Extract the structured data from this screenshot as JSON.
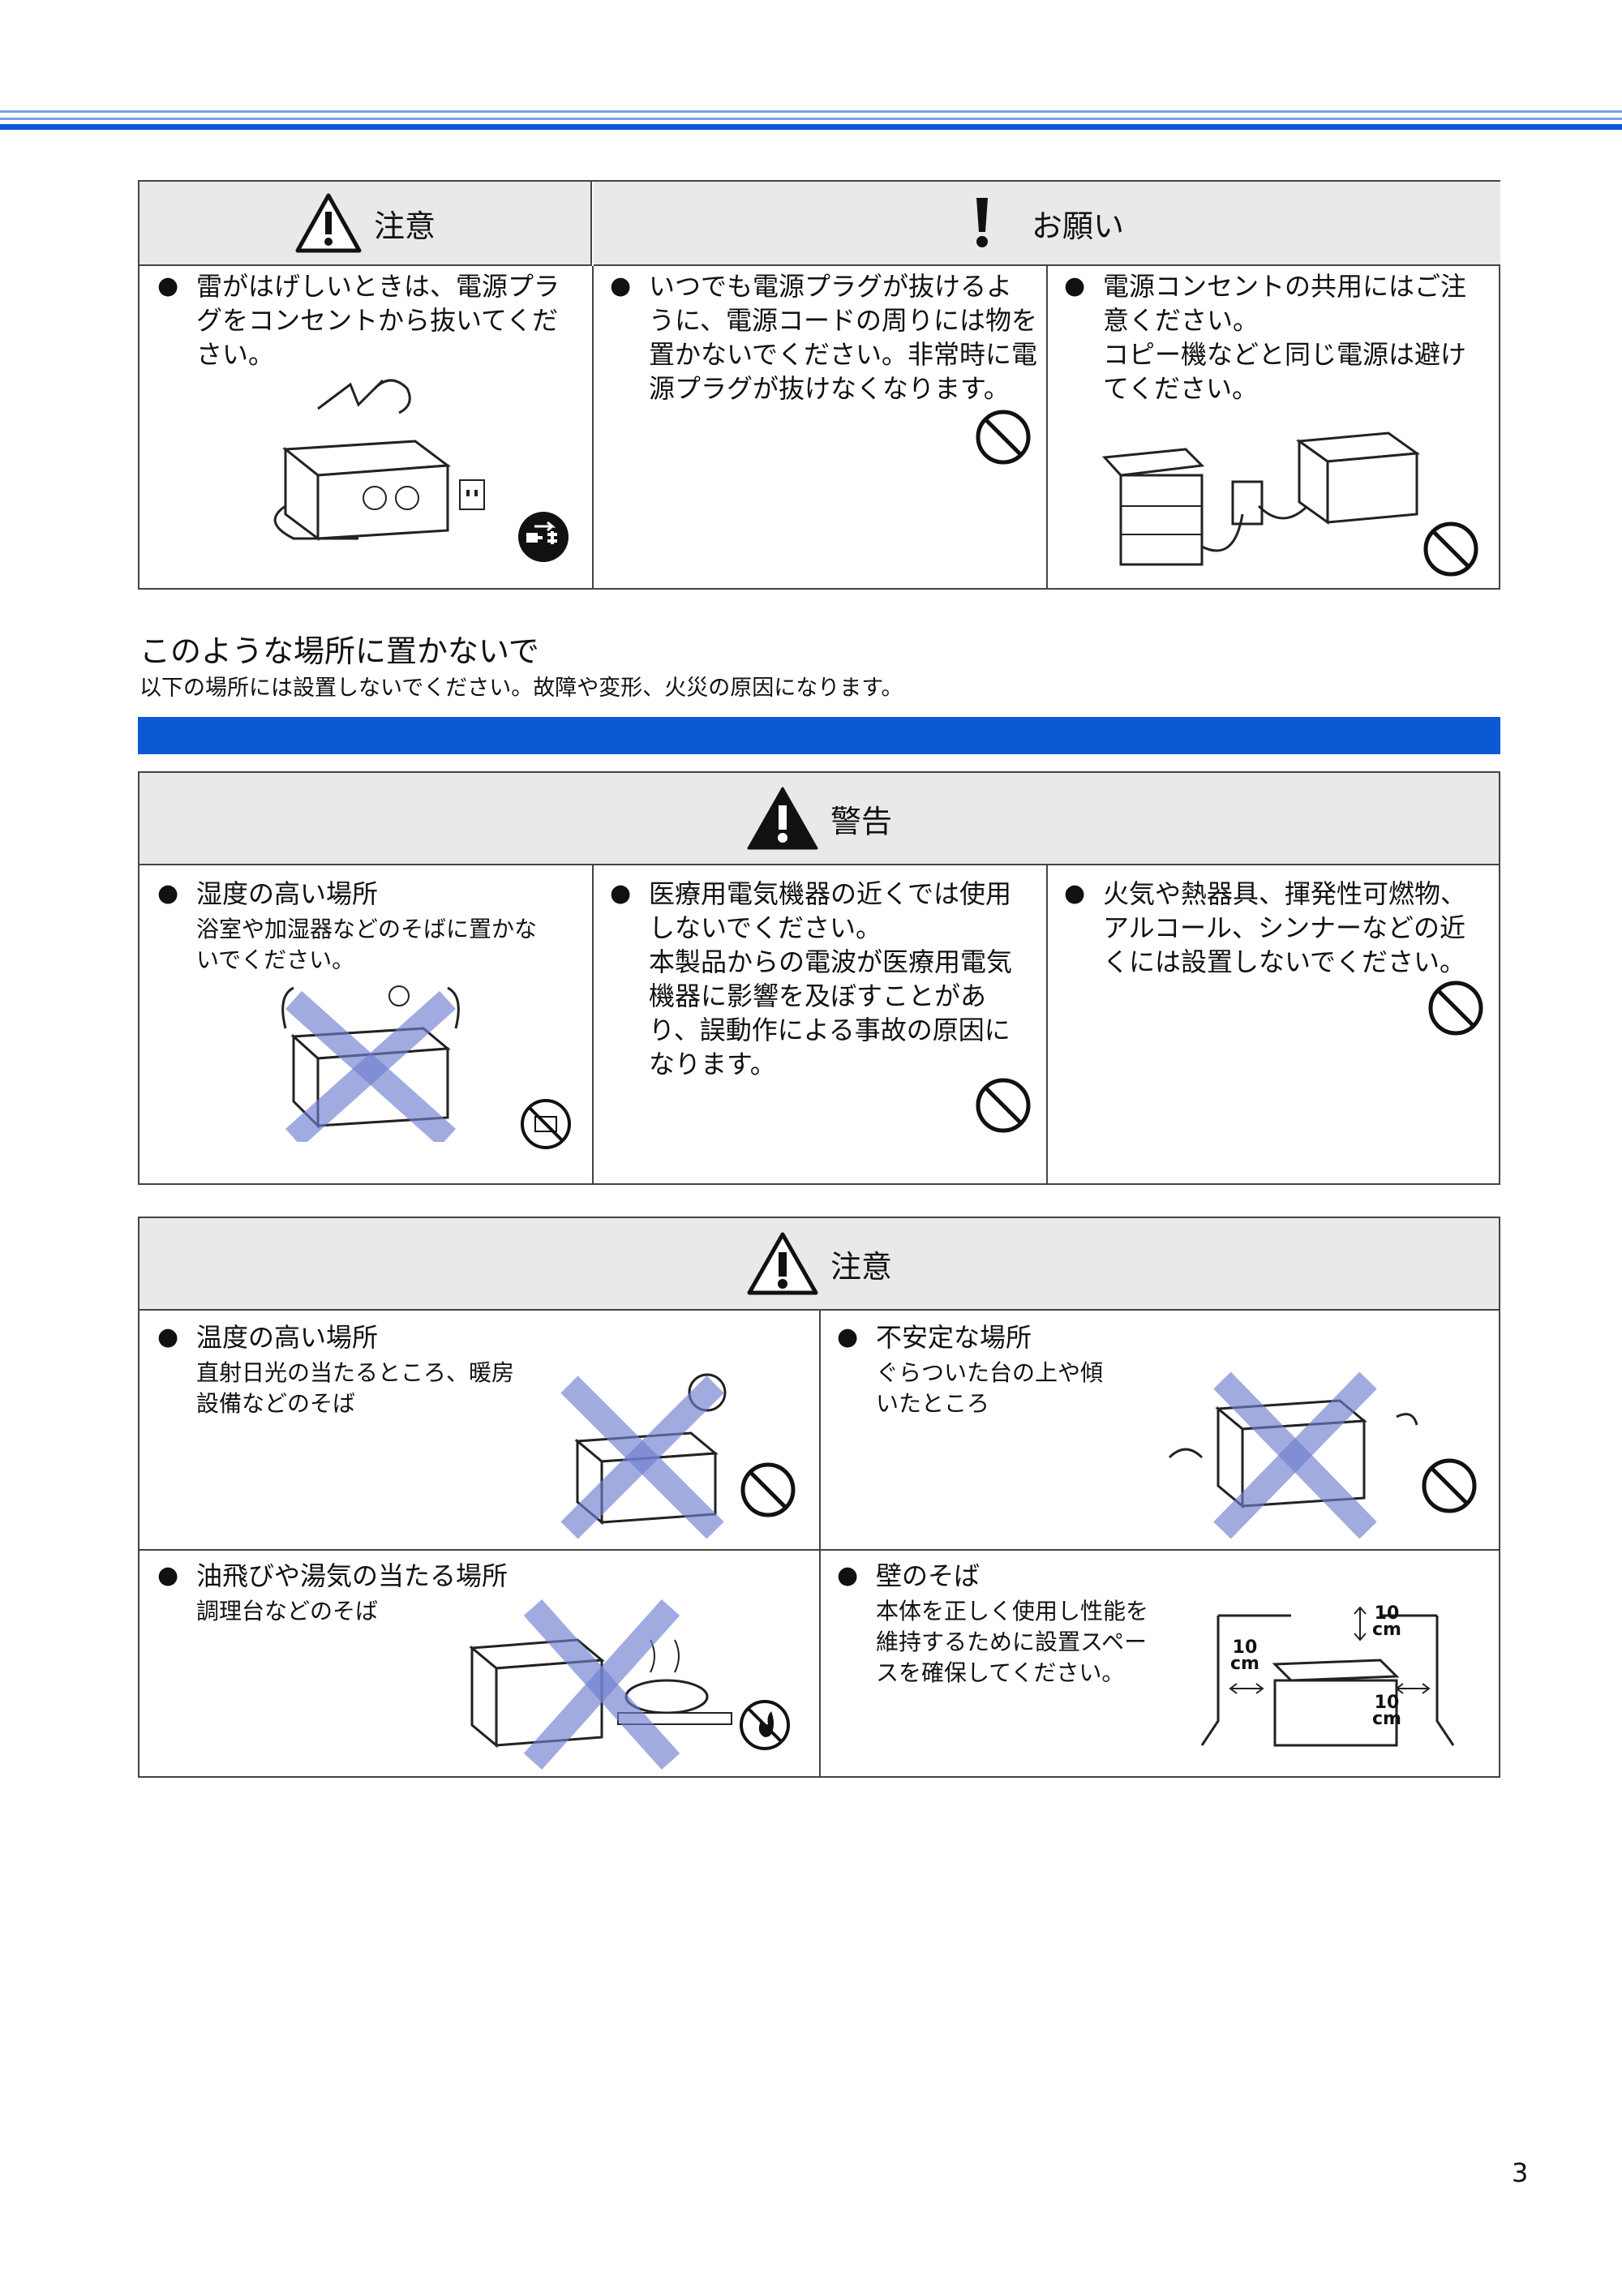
{
  "colors": {
    "accent": "#0a5ad6",
    "header_bg": "#e9e9e9",
    "border": "#444444",
    "cross": "#6f7fd0"
  },
  "caution_top": {
    "caution_label": "注意",
    "request_label": "お願い",
    "items": [
      {
        "text": "雷がはげしいときは、電源プラ\nグをコンセントから抜いてくだ\nさい。",
        "icon": "unplug-icon"
      },
      {
        "text": "いつでも電源プラグが抜けるよ\nうに、電源コードの周りには物を\n置かないでください。非常時に電\n源プラグが抜けなくなります。",
        "icon": "prohibited-icon"
      },
      {
        "text": "電源コンセントの共用にはご注\n意ください。\nコピー機などと同じ電源は避け\nてください。",
        "icon": "prohibited-icon"
      }
    ]
  },
  "section": {
    "title": "このような場所に置かないで",
    "description": "以下の場所には設置しないでください。故障や変形、火災の原因になります。"
  },
  "warning": {
    "label": "警告",
    "items": [
      {
        "title": "湿度の高い場所",
        "text": "浴室や加湿器などのそばに置かな\nいでください。",
        "icon": "no-water-icon"
      },
      {
        "title": "医療用電気機器の近くでは使用\nしないでください。\n本製品からの電波が医療用電気\n機器に影響を及ぼすことがあ\nり、誤動作による事故の原因に\nなります。",
        "text": "",
        "icon": "prohibited-icon"
      },
      {
        "title": "火気や熱器具、揮発性可燃物、\nアルコール、シンナーなどの近\nくには設置しないでください。",
        "text": "",
        "icon": "prohibited-icon"
      }
    ]
  },
  "caution_bottom": {
    "label": "注意",
    "items": [
      {
        "title": "温度の高い場所",
        "text": "直射日光の当たるところ、暖房\n設備などのそば",
        "icon": "prohibited-icon"
      },
      {
        "title": "不安定な場所",
        "text": "ぐらついた台の上や傾\nいたところ",
        "icon": "prohibited-icon"
      },
      {
        "title": "油飛びや湯気の当たる場所",
        "text": "調理台などのそば",
        "icon": "no-fire-icon"
      },
      {
        "title": "壁のそば",
        "text": "本体を正しく使用し性能を\n維持するために設置スペー\nスを確保してください。",
        "icon": "clearance-diagram"
      }
    ],
    "clearance_label_top": "10\ncm",
    "clearance_label_left": "10\ncm",
    "clearance_label_right": "10\ncm"
  },
  "page_number": "3"
}
